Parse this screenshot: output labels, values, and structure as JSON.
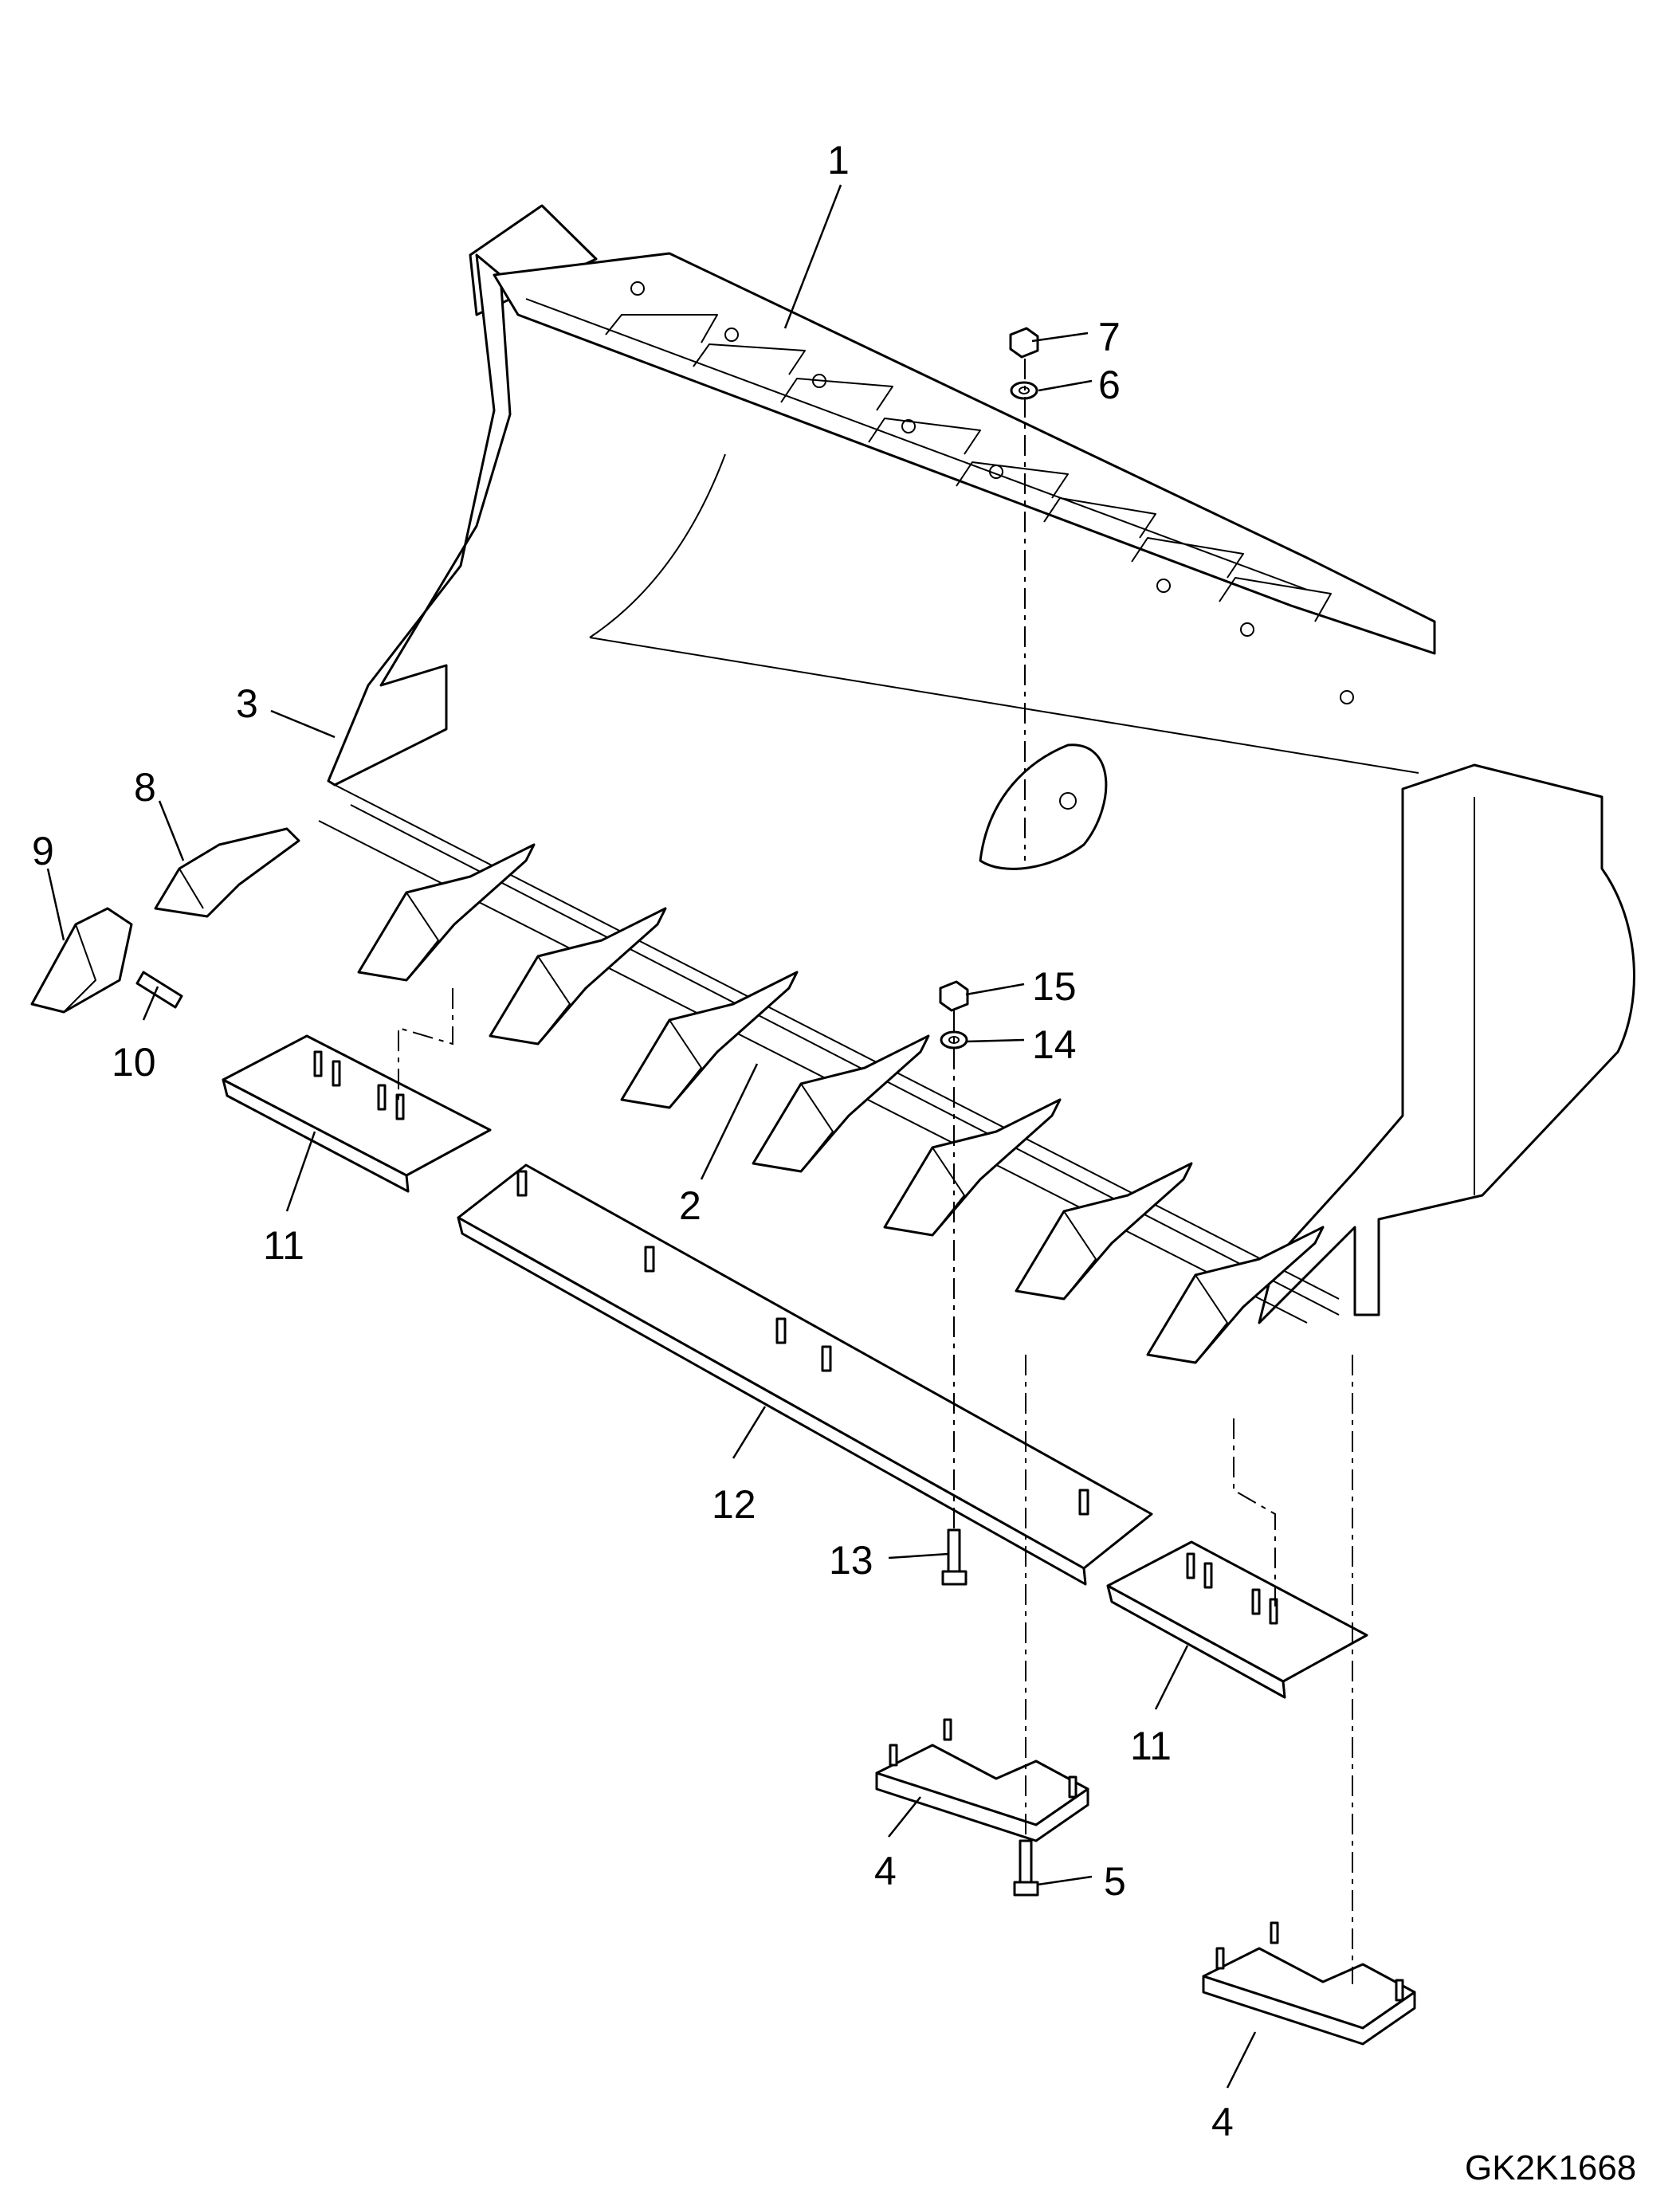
{
  "drawing_code": "GK2K1668",
  "callouts": {
    "c1": "1",
    "c2": "2",
    "c3": "3",
    "c4a": "4",
    "c4b": "4",
    "c5": "5",
    "c6": "6",
    "c7": "7",
    "c8": "8",
    "c9": "9",
    "c10": "10",
    "c11a": "11",
    "c11b": "11",
    "c12": "12",
    "c13": "13",
    "c14": "14",
    "c15": "15"
  }
}
